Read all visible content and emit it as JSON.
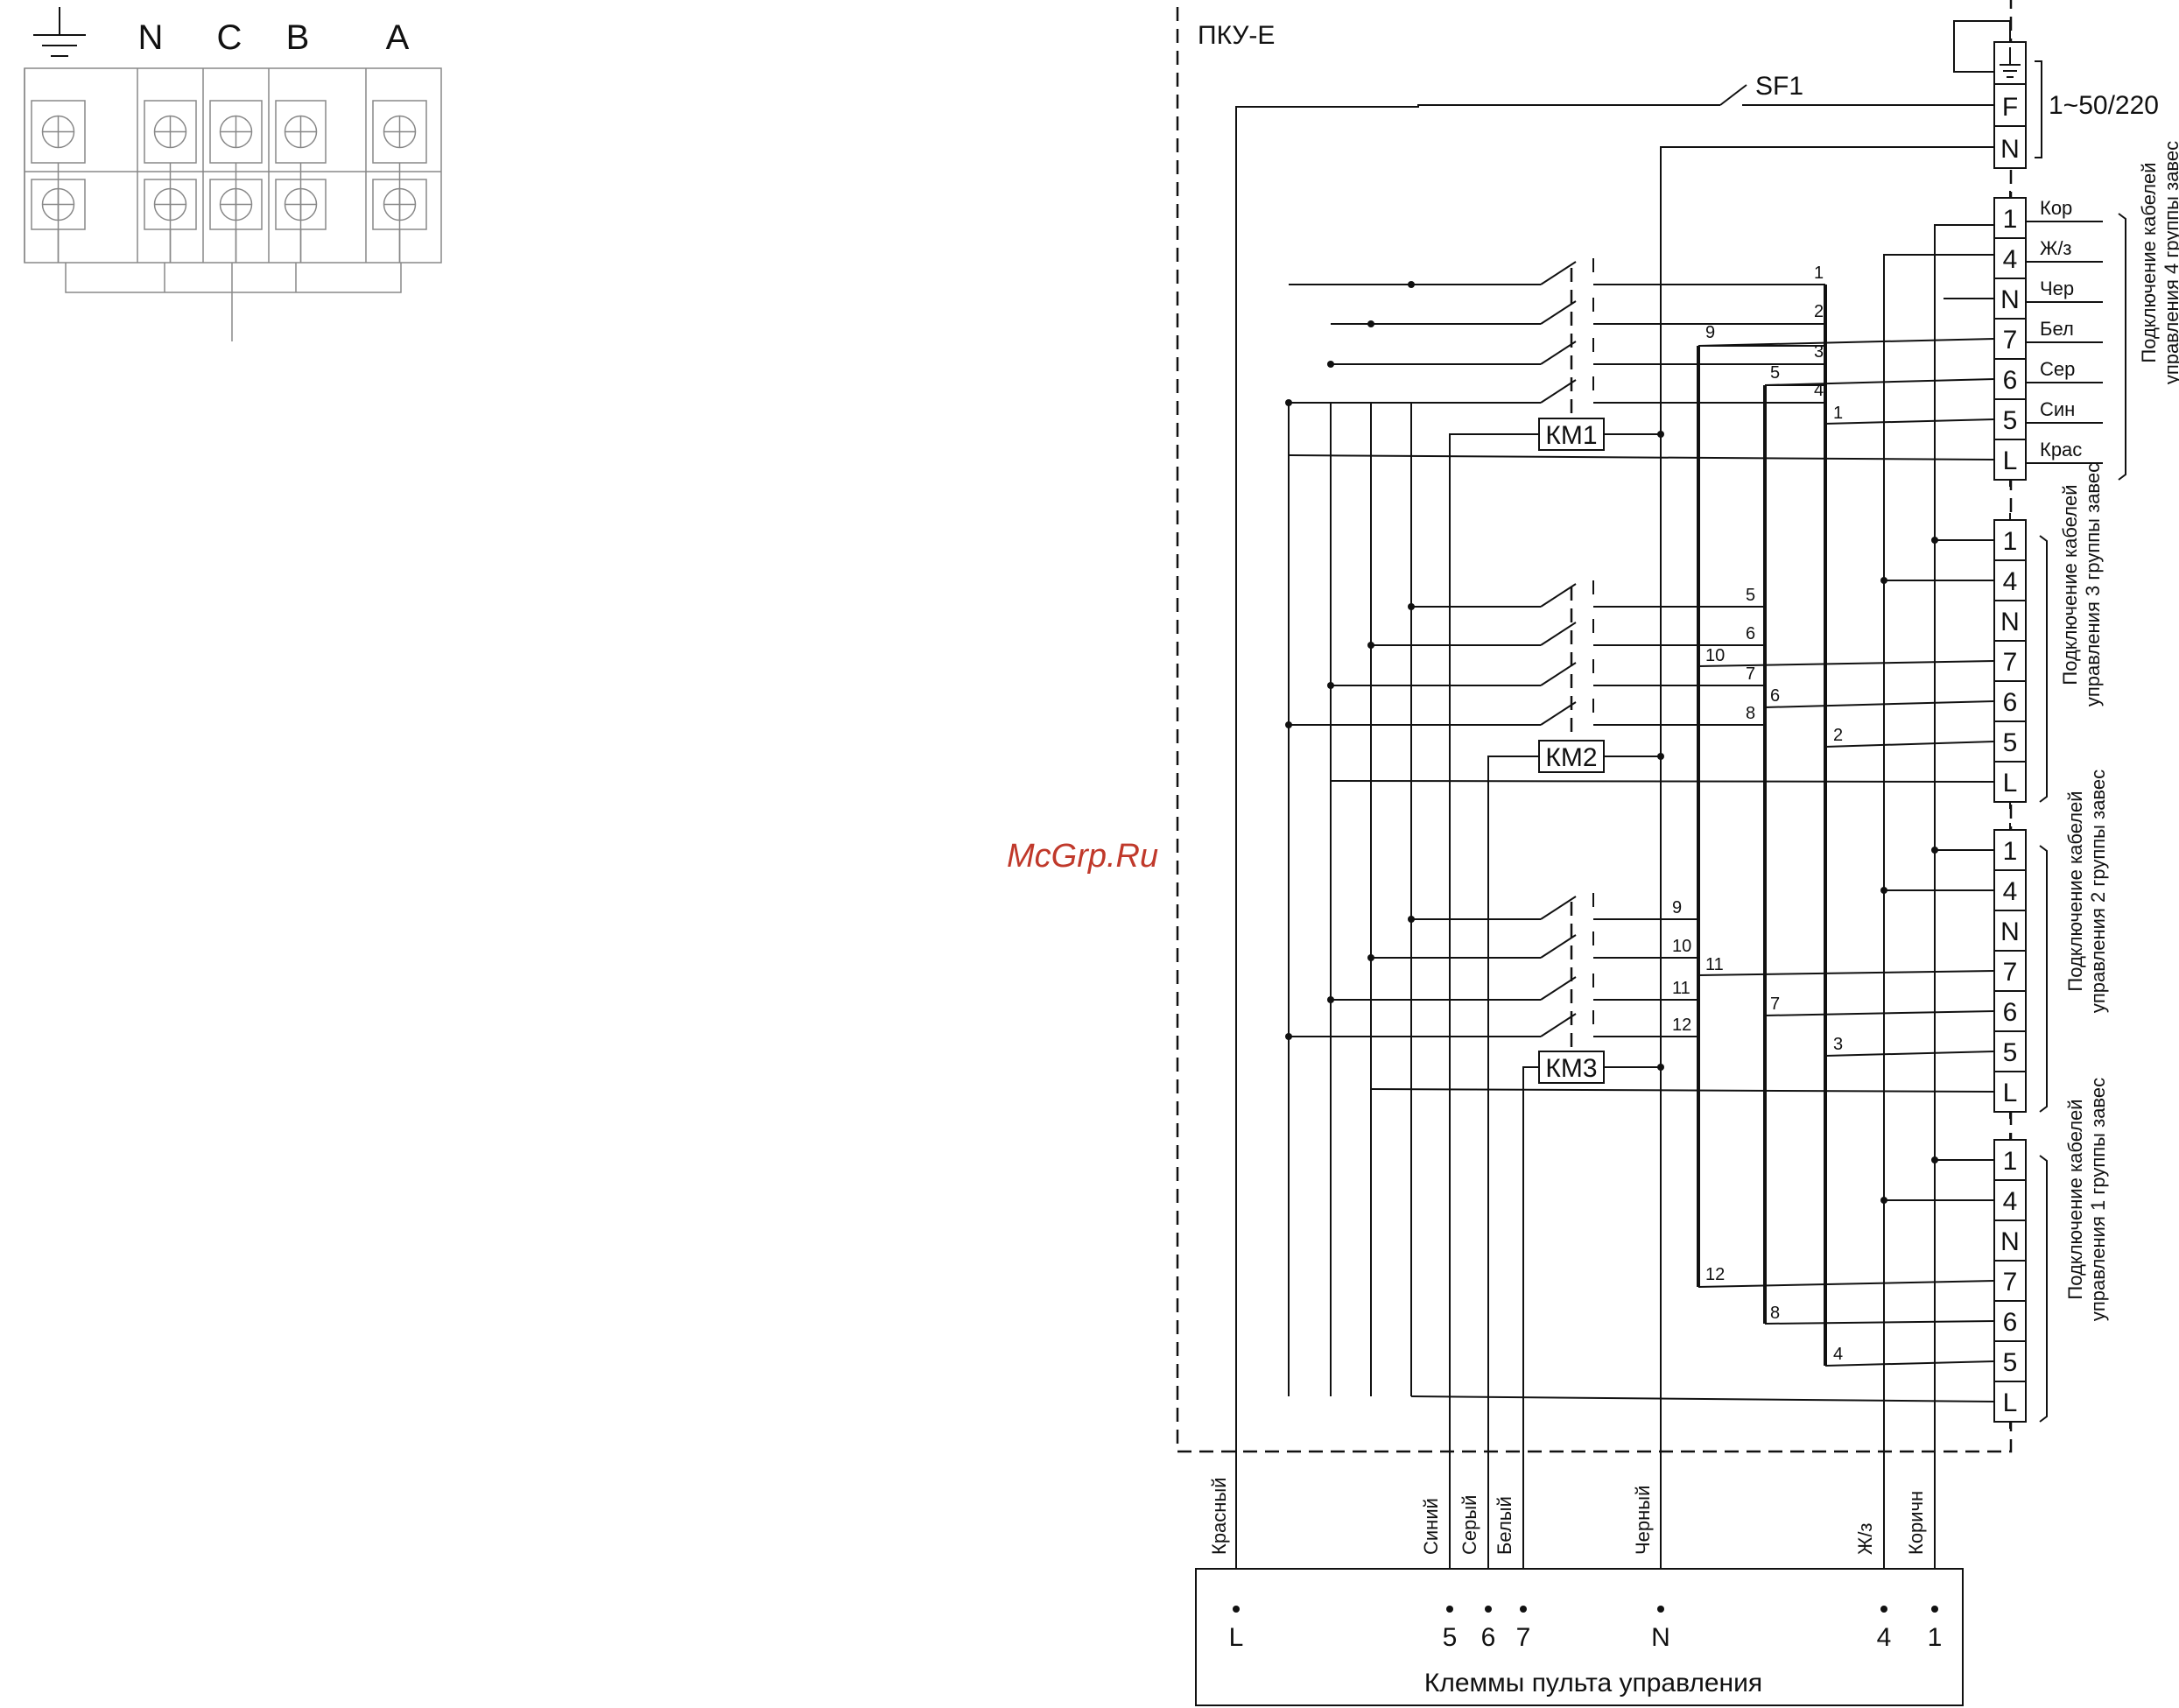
{
  "legend": {
    "ground_symbol": "ground-icon",
    "terminals": [
      "N",
      "C",
      "B",
      "A"
    ]
  },
  "panel": {
    "title": "ПКУ-Е",
    "breaker": "SF1",
    "supply": "1~50/220",
    "supply_terminals": [
      "F",
      "N"
    ]
  },
  "contactors": [
    "КМ1",
    "КМ2",
    "КМ3"
  ],
  "terminal_labels": [
    "1",
    "4",
    "N",
    "7",
    "6",
    "5",
    "L"
  ],
  "group4_wires": [
    "Кор",
    "Ж/з",
    "Чер",
    "Бел",
    "Сер",
    "Син",
    "Крас"
  ],
  "groups": [
    "Подключение кабелей управления 4 группы завес",
    "Подключение кабелей управления 3 группы завес",
    "Подключение кабелей управления 2 группы завес",
    "Подключение кабелей управления 1 группы завес"
  ],
  "contact_numbers": {
    "km1": [
      "1",
      "2",
      "3",
      "4"
    ],
    "km2": [
      "5",
      "6",
      "7",
      "8"
    ],
    "km3": [
      "9",
      "10",
      "11",
      "12"
    ],
    "bus9": [
      "9",
      "10",
      "11",
      "12"
    ],
    "bus5": [
      "5",
      "6",
      "7",
      "8"
    ],
    "bus1": [
      "1",
      "2",
      "3",
      "4"
    ]
  },
  "cable_colors": [
    "Красный",
    "Синий",
    "Серый",
    "Белый",
    "Черный",
    "Ж/з",
    "Коричн"
  ],
  "remote": {
    "terminals": [
      "L",
      "5",
      "6",
      "7",
      "N",
      "4",
      "1"
    ],
    "title": "Клеммы пульта управления"
  },
  "watermark": "McGrp.Ru"
}
